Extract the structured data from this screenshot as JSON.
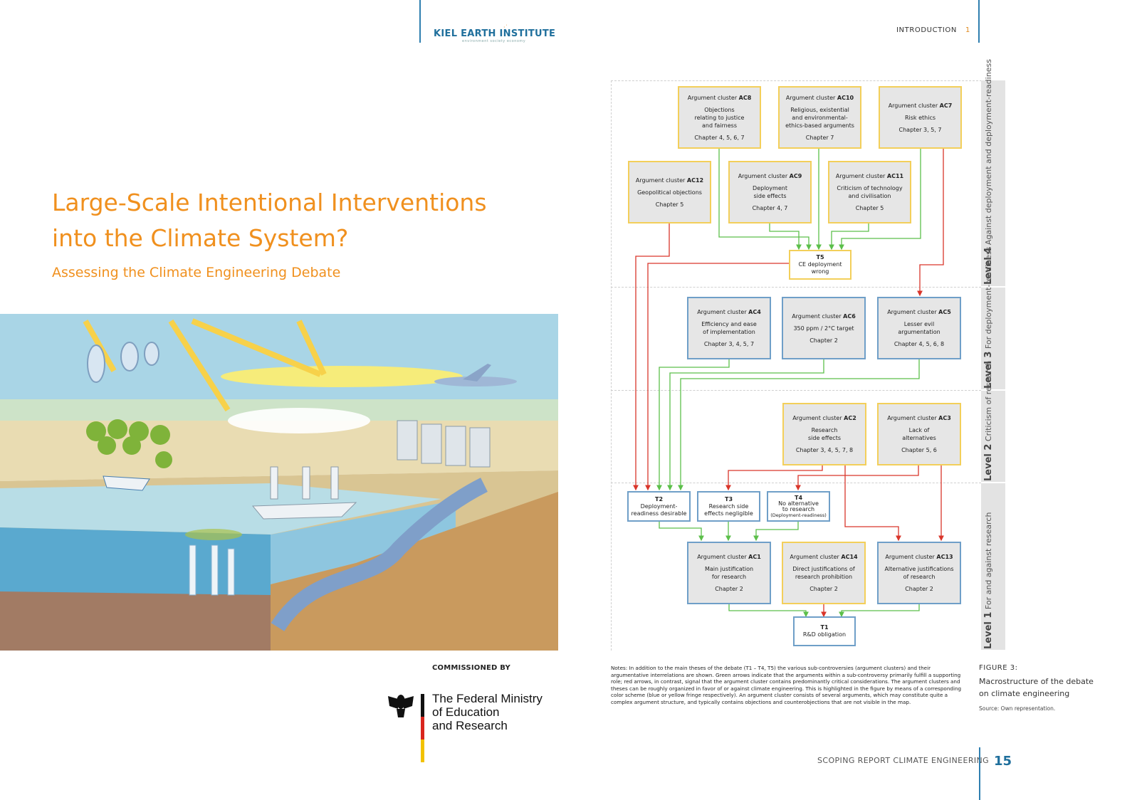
{
  "header": {
    "logo_main": "KIEL EARTH INSTITUTE",
    "logo_sub": "environment society economy",
    "section": "INTRODUCTION",
    "section_num": "1"
  },
  "cover": {
    "title_line1": "Large-Scale Intentional Interventions",
    "title_line2": "into the Climate System?",
    "subtitle": "Assessing the Climate Engineering Debate",
    "commissioned_by": "COMMISSIONED BY",
    "ministry_line1": "The Federal Ministry",
    "ministry_line2": "of Education",
    "ministry_line3": "and Research"
  },
  "figure": {
    "levels": [
      {
        "num": "Level 4",
        "label": "Against deployment and deployment-readiness"
      },
      {
        "num": "Level 3",
        "label": "For deployment-readiness"
      },
      {
        "num": "Level 2",
        "label": "Criticism of research"
      },
      {
        "num": "Level 1",
        "label": "For and against research"
      }
    ],
    "clusters": {
      "ac8": {
        "pre": "Argument cluster ",
        "id": "AC8",
        "l1": "Objections",
        "l2": "relating to justice",
        "l3": "and fairness",
        "ch": "Chapter 4, 5, 6, 7"
      },
      "ac10": {
        "pre": "Argument cluster ",
        "id": "AC10",
        "l1": "Religious, existential",
        "l2": "and environmental-",
        "l3": "ethics-based arguments",
        "ch": "Chapter 7"
      },
      "ac7": {
        "pre": "Argument cluster ",
        "id": "AC7",
        "l1": "Risk ethics",
        "ch": "Chapter 3, 5, 7"
      },
      "ac12": {
        "pre": "Argument cluster ",
        "id": "AC12",
        "l1": "Geopolitical objections",
        "ch": "Chapter 5"
      },
      "ac9": {
        "pre": "Argument cluster ",
        "id": "AC9",
        "l1": "Deployment",
        "l2": "side effects",
        "ch": "Chapter 4, 7"
      },
      "ac11": {
        "pre": "Argument cluster ",
        "id": "AC11",
        "l1": "Criticism of technology",
        "l2": "and civilisation",
        "ch": "Chapter 5"
      },
      "ac4": {
        "pre": "Argument cluster ",
        "id": "AC4",
        "l1": "Efficiency and ease",
        "l2": "of implementation",
        "ch": "Chapter 3, 4, 5, 7"
      },
      "ac6": {
        "pre": "Argument cluster ",
        "id": "AC6",
        "l1": "350 ppm / 2°C target",
        "ch": "Chapter 2"
      },
      "ac5": {
        "pre": "Argument cluster ",
        "id": "AC5",
        "l1": "Lesser evil",
        "l2": "argumentation",
        "ch": "Chapter 4, 5, 6, 8"
      },
      "ac2": {
        "pre": "Argument cluster ",
        "id": "AC2",
        "l1": "Research",
        "l2": "side effects",
        "ch": "Chapter 3, 4, 5, 7, 8"
      },
      "ac3": {
        "pre": "Argument cluster ",
        "id": "AC3",
        "l1": "Lack of",
        "l2": "alternatives",
        "ch": "Chapter 5, 6"
      },
      "ac1": {
        "pre": "Argument cluster ",
        "id": "AC1",
        "l1": "Main justification",
        "l2": "for research",
        "ch": "Chapter 2"
      },
      "ac14": {
        "pre": "Argument cluster ",
        "id": "AC14",
        "l1": "Direct justifications of",
        "l2": "research prohibition",
        "ch": "Chapter 2"
      },
      "ac13": {
        "pre": "Argument cluster ",
        "id": "AC13",
        "l1": "Alternative justifications",
        "l2": "of research",
        "ch": "Chapter 2"
      }
    },
    "theses": {
      "t5": {
        "id": "T5",
        "l1": "CE deployment",
        "l2": "wrong"
      },
      "t2": {
        "id": "T2",
        "l1": "Deployment-",
        "l2": "readiness desirable"
      },
      "t3": {
        "id": "T3",
        "l1": "Research side",
        "l2": "effects negligible"
      },
      "t4": {
        "id": "T4",
        "l1": "No alternative",
        "l2": "to research",
        "l3": "(Deployment-readiness)"
      },
      "t1": {
        "id": "T1",
        "l1": "R&D obligation"
      }
    },
    "notes": "Notes: In addition to the main theses of the debate (T1 – T4, T5) the various sub-controversies (argument clusters) and their argumentative interrelations are shown. Green arrows indicate that the arguments within a sub-controversy primarily fulfill a supporting role; red arrows, in contrast, signal that the argument cluster contains predominantly critical considerations. The argument clusters and theses can be roughly organized in favor of or against climate engineering. This is highlighted in the figure by means of a corresponding color scheme (blue or yellow fringe respectively). An argument cluster consists of several arguments, which may constitute quite a complex argument structure, and typically contains objections and counterobjections that are not visible in the map.",
    "fig_label": "FIGURE 3:",
    "caption_line1": "Macrostructure of the debate",
    "caption_line2": "on climate engineering",
    "source": "Source: Own representation."
  },
  "footer": {
    "report": "SCOPING REPORT CLIMATE ENGINEERING",
    "page": "15"
  },
  "colors": {
    "accent_orange": "#f0901e",
    "accent_blue": "#1f6f9c",
    "arrow_green": "#5cbf4a",
    "arrow_red": "#d9362b",
    "fringe_yellow": "#f3cf5a",
    "fringe_blue": "#6f9fc8"
  }
}
